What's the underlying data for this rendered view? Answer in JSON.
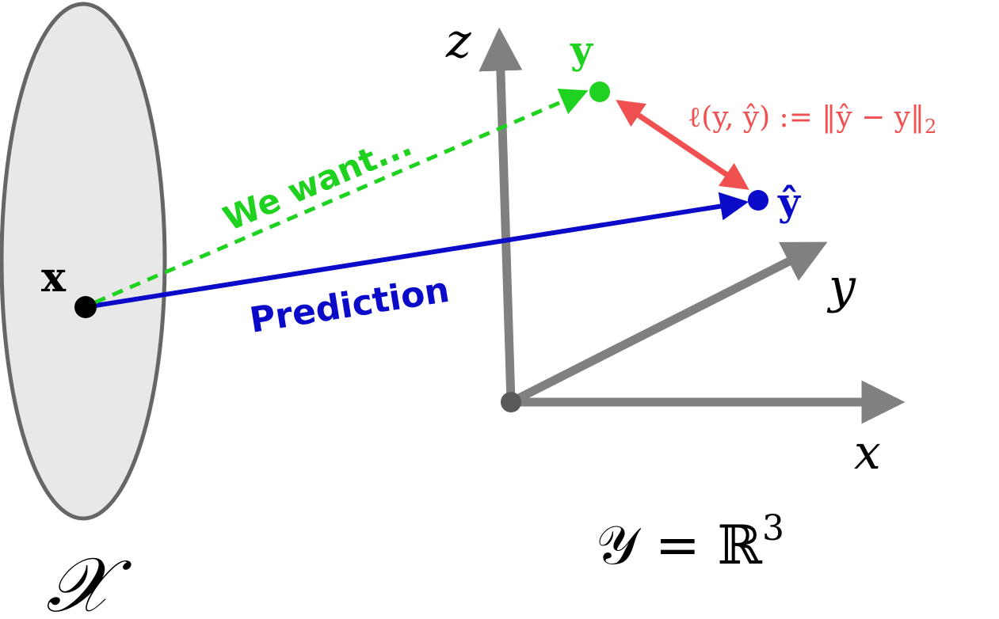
{
  "labels": {
    "input_space": "𝒳",
    "input_point": "x",
    "prediction": "Prediction",
    "we_want": "We want...",
    "target_point": "y",
    "predicted_point": "ŷ",
    "loss": "ℓ(y, ŷ) := ‖ŷ − y‖",
    "loss_subscript": "2",
    "axis_z": "z",
    "axis_y": "y",
    "axis_x": "x",
    "output_space": "𝒴 = ℝ",
    "output_space_exponent": "3"
  },
  "colors": {
    "ellipse_fill": "#e8e8e8",
    "ellipse_stroke": "#666666",
    "axes": "#808080",
    "prediction": "#0a0ac8",
    "target": "#1fd21f",
    "loss": "#f05050",
    "point": "#000000",
    "origin": "#5a5a5a"
  }
}
